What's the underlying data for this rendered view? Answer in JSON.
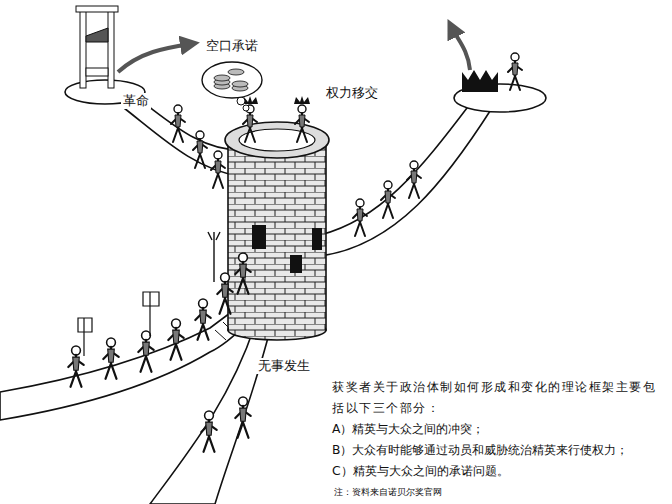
{
  "diagram": {
    "labels": [
      "空口承诺",
      "革命",
      "权力移交",
      "无事发生",
      "获奖者关于政治体制如何形成和变化的理论框架主要包括以下三个部分：",
      "A）精英与大众之间的冲突；",
      "B）大众有时能够通过动员和威胁统治精英来行使权力；",
      "C）精英与大众之间的承诺问题。",
      "注：资料来自诺贝尔奖官网"
    ]
  }
}
